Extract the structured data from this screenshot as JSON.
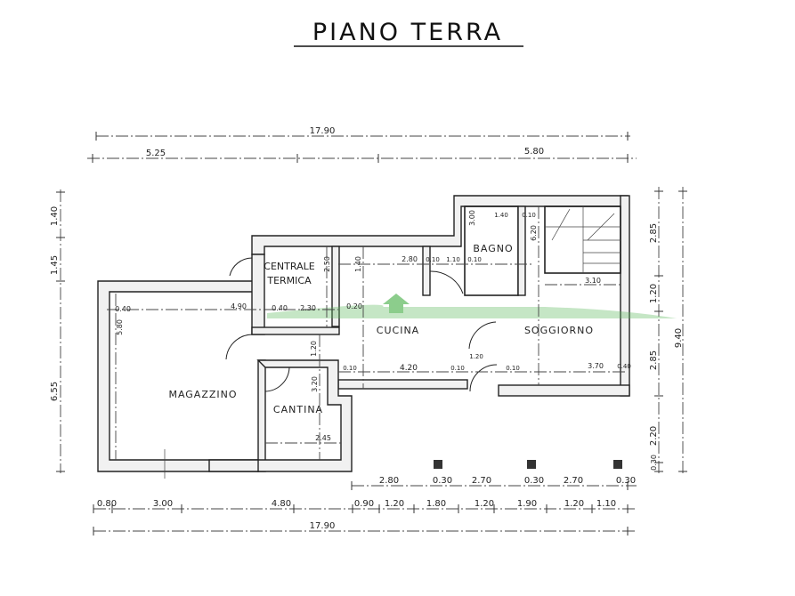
{
  "title": "PIANO TERRA",
  "rooms": {
    "centrale_termica_1": "CENTRALE",
    "centrale_termica_2": "TERMICA",
    "bagno": "BAGNO",
    "cucina": "CUCINA",
    "soggiorno": "SOGGIORNO",
    "magazzino": "MAGAZZINO",
    "cantina": "CANTINA"
  },
  "dimensions": {
    "top_total": "17.90",
    "top_left": "5.25",
    "top_right": "5.80",
    "left_1": "1.40",
    "left_2": "1.45",
    "left_3": "6.55",
    "right_1": "2.85",
    "right_2": "1.20",
    "right_3": "2.85",
    "right_4": "2.20",
    "right_5": "0.30",
    "right_total": "9.40",
    "bottom_row1": [
      "2.80",
      "0.30",
      "2.70",
      "0.30",
      "2.70",
      "0.30"
    ],
    "bottom_row2": [
      "0.80",
      "3.00",
      "4.80",
      "0.90",
      "1.20",
      "1.80",
      "1.20",
      "1.90",
      "1.20",
      "1.10"
    ],
    "bottom_total": "17.90",
    "interior": {
      "ct_height": "2.50",
      "cucina_h": "1.40",
      "cucina_w_top": "2.80",
      "wall_a": "0.10",
      "wall_b": "1.10",
      "wall_c": "0.10",
      "bagno_h": "3.00",
      "bagno_w": "1.40",
      "bagno_wall": "0.10",
      "stair_h": "6.20",
      "soggiorno_w_top": "3.10",
      "mag_wall": "0.40",
      "mag_w": "4.90",
      "ct_wall": "0.40",
      "ct_w": "2.30",
      "ct_wall2": "0.20",
      "mag_h": "5.80",
      "corr_w": "1.20",
      "cuc_wall_l": "0.10",
      "cucina_w": "4.20",
      "cuc_wall_r": "0.10",
      "door_w": "1.20",
      "sog_wall_l": "0.10",
      "soggiorno_w": "3.70",
      "sog_wall_r": "0.40",
      "cantina_h": "3.20",
      "cantina_w": "2.45"
    }
  },
  "watermark_color": "#5cb85c"
}
